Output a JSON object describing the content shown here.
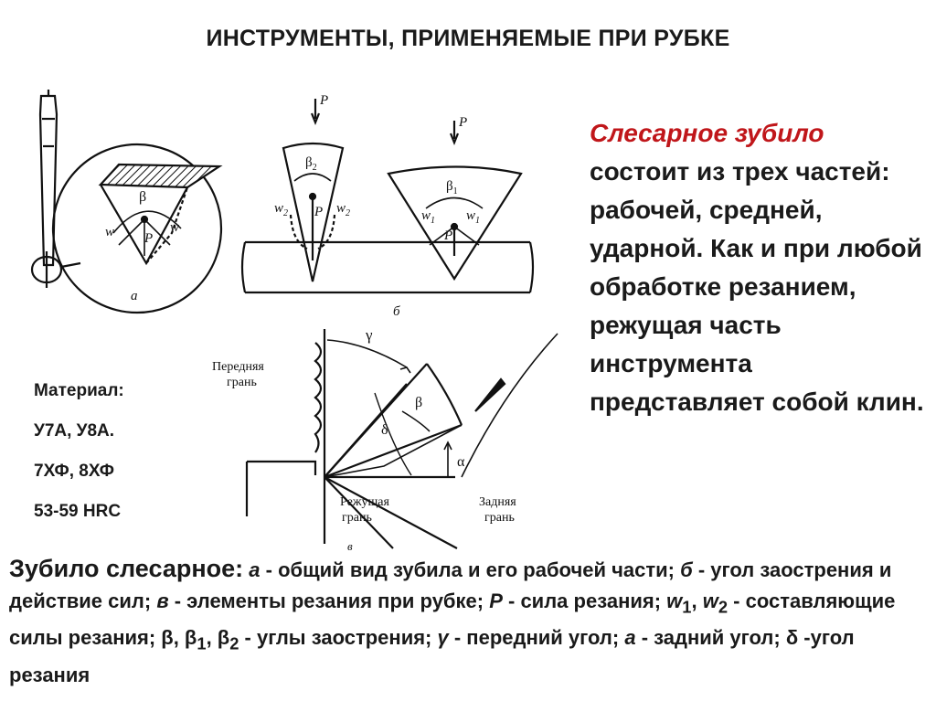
{
  "slide": {
    "title": "ИНСТРУМЕНТЫ, ПРИМЕНЯЕМЫЕ ПРИ РУБКЕ",
    "accent_color": "#c0161a",
    "right_text": {
      "highlight": "Слесарное зубило",
      "rest": "состоит из трех частей: рабочей, средней, ударной. Как и при любой обработке резанием, режущая часть инструмента представляет собой клин."
    },
    "material": {
      "label": "Материал:",
      "lines": [
        "У7А, У8А.",
        "7ХФ, 8ХФ",
        "53-59 HRC"
      ]
    },
    "caption": {
      "lead": "Зубило слесарное:",
      "a_sym": "а",
      "a_text": " - общий вид зубила и его рабочей части; ",
      "b_sym": "б",
      "b_text": " - угол заострения и действие сил; ",
      "v_sym": "в",
      "v_text": " - элементы резания при рубке; ",
      "p_sym": "Р",
      "p_text": " - сила резания; ",
      "w1_sym": "w",
      "w1_sub": "1",
      "sep": ",  ",
      "w2_sym": "w",
      "w2_sub": "2",
      "w_text": " - составляющие силы резания; β, β",
      "beta1_sub": "1",
      "comma": ", β",
      "beta2_sub": "2",
      "beta_text": " - углы заострения; ",
      "gamma_sym": "γ",
      "gamma_text": " - передний угол; ",
      "alpha_sym": "а",
      "alpha_text": " - задний угол; δ -угол резания"
    }
  },
  "diagram_labels": {
    "fig_a": "а",
    "fig_b": "б",
    "fig_v": "в",
    "beta": "β",
    "beta1": "β",
    "beta1_sub": "1",
    "beta2": "β",
    "beta2_sub": "2",
    "w": "w",
    "w1": "w",
    "w1_sub": "1",
    "w2": "w",
    "w2_sub": "2",
    "p": "P",
    "gamma": "γ",
    "delta": "δ",
    "alpha": "α",
    "front_face_1": "Передняя",
    "front_face_2": "грань",
    "cutting_face_1": "Режущая",
    "cutting_face_2": "грань",
    "back_face_1": "Задняя",
    "back_face_2": "грань"
  }
}
